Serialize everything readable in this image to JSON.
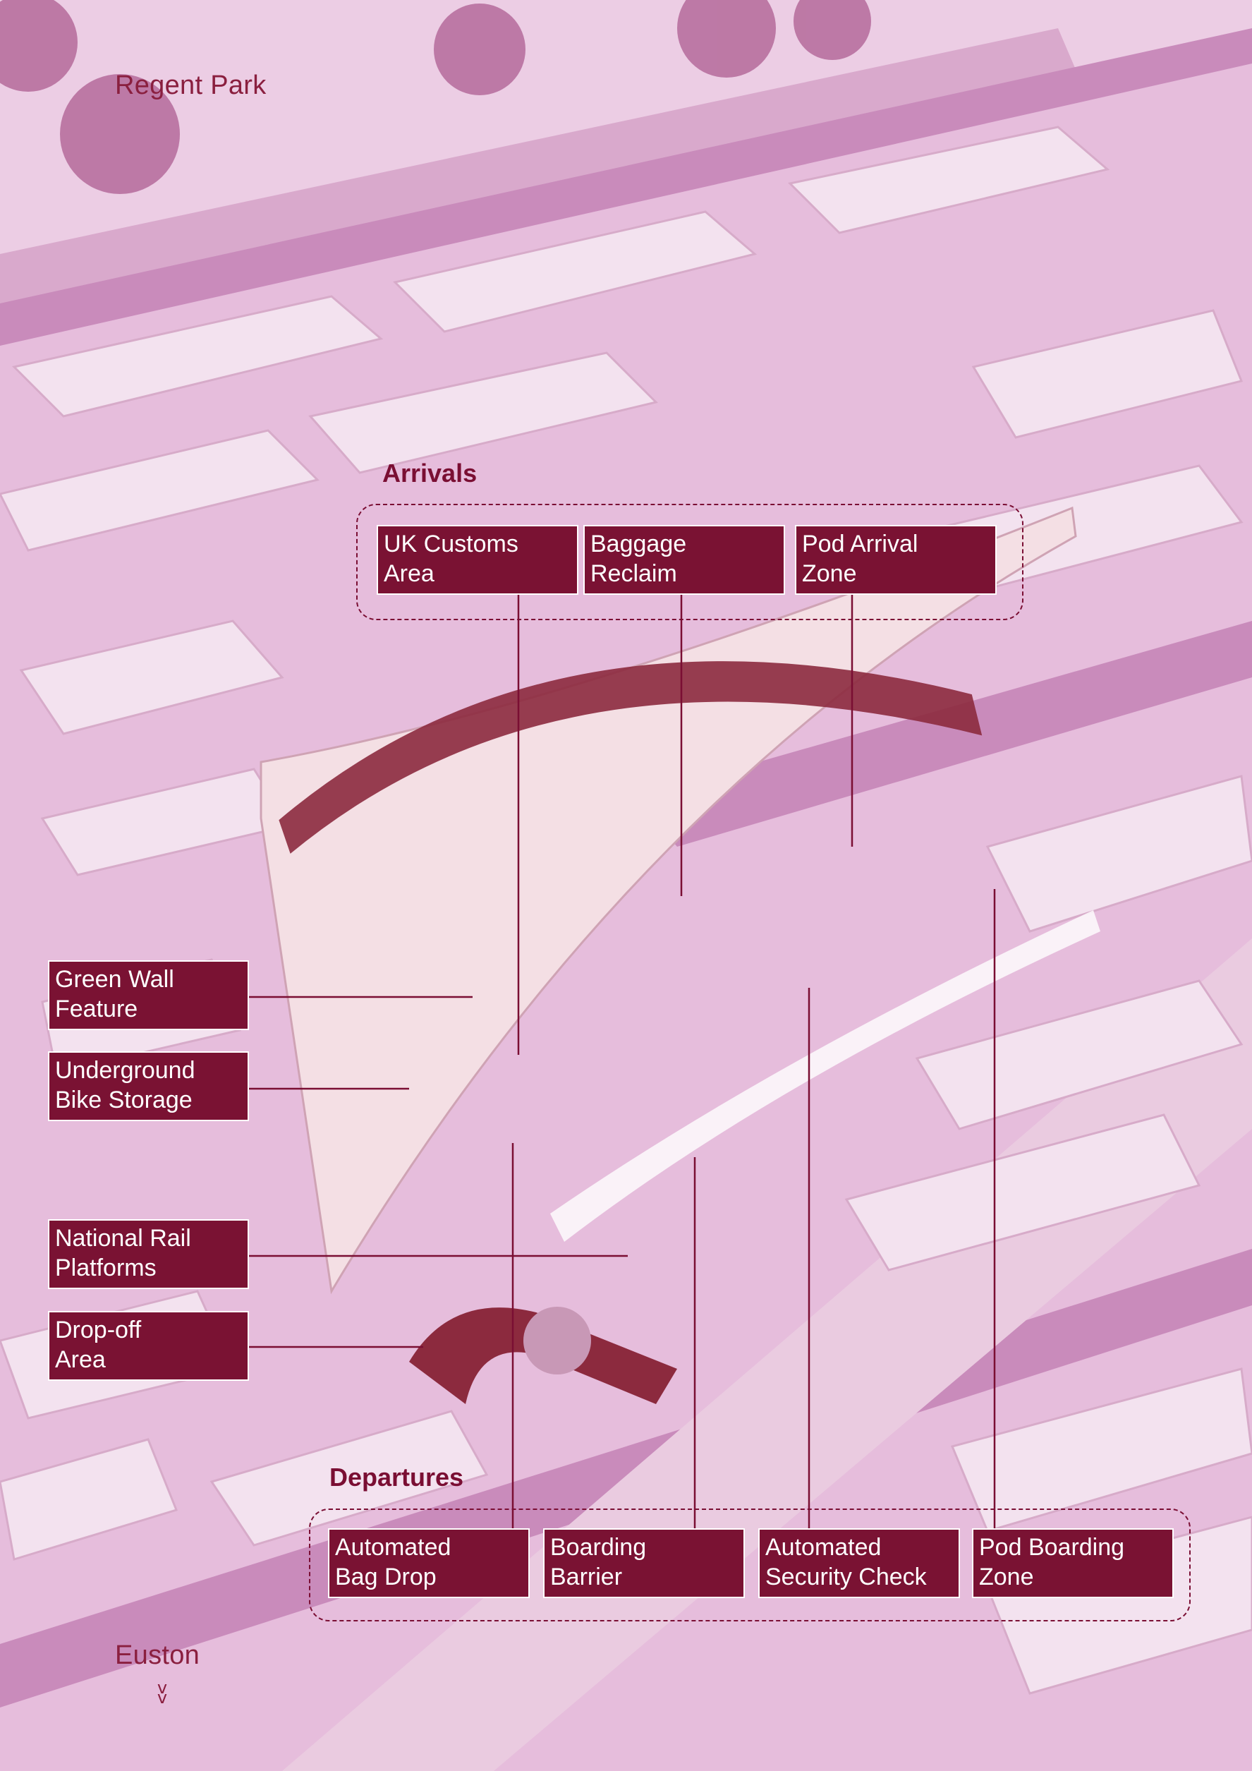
{
  "places": {
    "top": "Regent Park",
    "bottom": "Euston"
  },
  "arrivals": {
    "title": "Arrivals",
    "items": [
      {
        "label": "UK Customs\nArea"
      },
      {
        "label": "Baggage\nReclaim"
      },
      {
        "label": "Pod Arrival\nZone"
      }
    ]
  },
  "departures": {
    "title": "Departures",
    "items": [
      {
        "label": "Automated\nBag Drop"
      },
      {
        "label": "Boarding\nBarrier"
      },
      {
        "label": "Automated\nSecurity Check"
      },
      {
        "label": "Pod Boarding\nZone"
      }
    ]
  },
  "features": {
    "items": [
      {
        "label": "Green Wall\nFeature"
      },
      {
        "label": "Underground\nBike Storage"
      },
      {
        "label": "National Rail\nPlatforms"
      },
      {
        "label": "Drop-off\nArea"
      }
    ]
  },
  "direction_marker": "v\nv",
  "colors": {
    "callout_fill": "#7a1233",
    "linework": "#7a0e33",
    "map_base": "#e6bddc",
    "building_face": "#f3e2ef",
    "station_plaza": "#f4dfe4",
    "green_wall": "#8c2a3e"
  }
}
